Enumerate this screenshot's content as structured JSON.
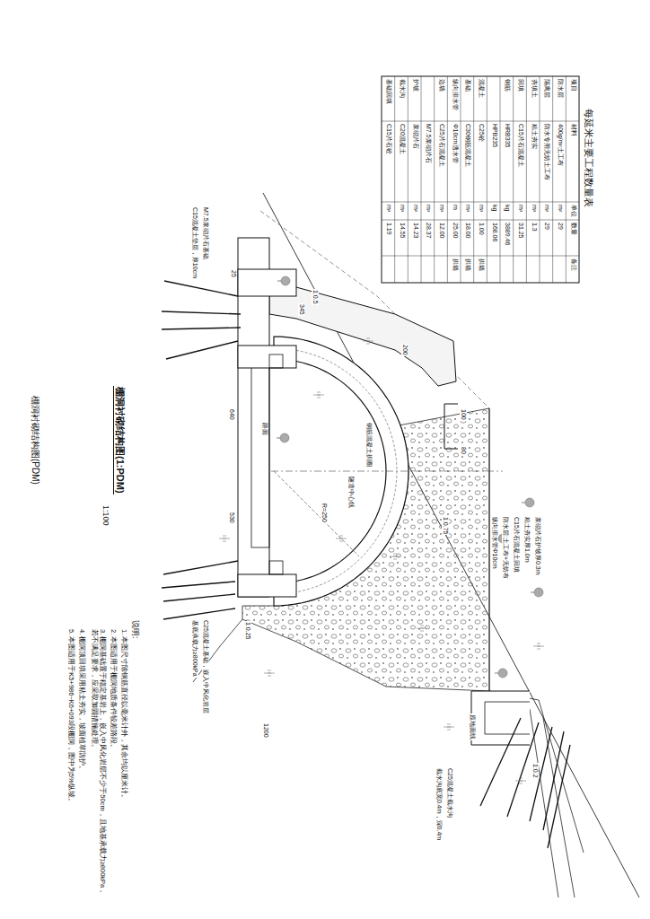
{
  "diagram": {
    "title": "棚洞衬砌结构图(1:PDM)",
    "labels": [
      "每延米主要工程数量表",
      "项目",
      "材料",
      "单位",
      "数量",
      "备注",
      "防水层",
      "400g/m²土工布",
      "m²",
      "29",
      "隔离层",
      "防水专用无纺土工布",
      "m²",
      "29",
      "夯填土",
      "粘土夯实",
      "m³",
      "1.3",
      "回填",
      "C15片石混凝土",
      "m³",
      "31.25",
      "钢筋",
      "HRB335",
      "kg",
      "3889.46",
      "HPB235",
      "kg",
      "168.06",
      "混凝土",
      "C25砼",
      "m³",
      "1.00",
      "拱墙",
      "基础",
      "C30钢筋混凝土",
      "m³",
      "18.00",
      "拱墙",
      "纵向排水管",
      "Φ10cm透水管",
      "m",
      "25.00",
      "拱墙",
      "边墙",
      "C25片石混凝土",
      "m³",
      "12.00",
      "M7.5浆砌片石",
      "m³",
      "28.37",
      "护坡",
      "浆砌片石",
      "m²",
      "14.23",
      "截水沟",
      "C20混凝土",
      "m³",
      "14.55",
      "基础回填",
      "C15片石砼",
      "m³",
      "1.19",
      "说明:",
      "1. 本图尺寸除钢筋直径以毫米计外，其余均以厘米计。",
      "2. 本图适用于棚洞地质条件较差路段。",
      "3. 棚洞基础置于稳定基岩上，嵌入中风化岩层不少于50cm，且地基承载力≥800kPa，若不满足要求，应采取加固措施处理。",
      "4. 棚洞顶回填采用粘土夯实，坡面植草防护。",
      "5. 本图适用于K5+986~K6+093段棚洞，图中为5%纵坡。",
      "棚洞衬砌结构图(PDM)",
      "1:100",
      "浆砌片石护坡厚0.3m",
      "粘土夯实厚1.0m",
      "C15片石混凝土回填",
      "防水层:土工布+无纺布",
      "纵向排水管Φ10cm",
      "原地面线",
      "C25混凝土截水沟",
      "截水沟底宽0.4m，深0.4m",
      "M7.5浆砌片石基础",
      "C15混凝土垫层，厚10cm",
      "C25混凝土基础，嵌入中风化岩层",
      "基底承载力≥800kPa",
      "隧道中心线",
      "钢筋混凝土拱圈",
      "R=250",
      "路面",
      "345",
      "100",
      "80",
      "1:0.5",
      "1:0.75",
      "1:0.25",
      "1:0.2",
      "640",
      "530",
      "1200",
      "200",
      "25"
    ]
  }
}
